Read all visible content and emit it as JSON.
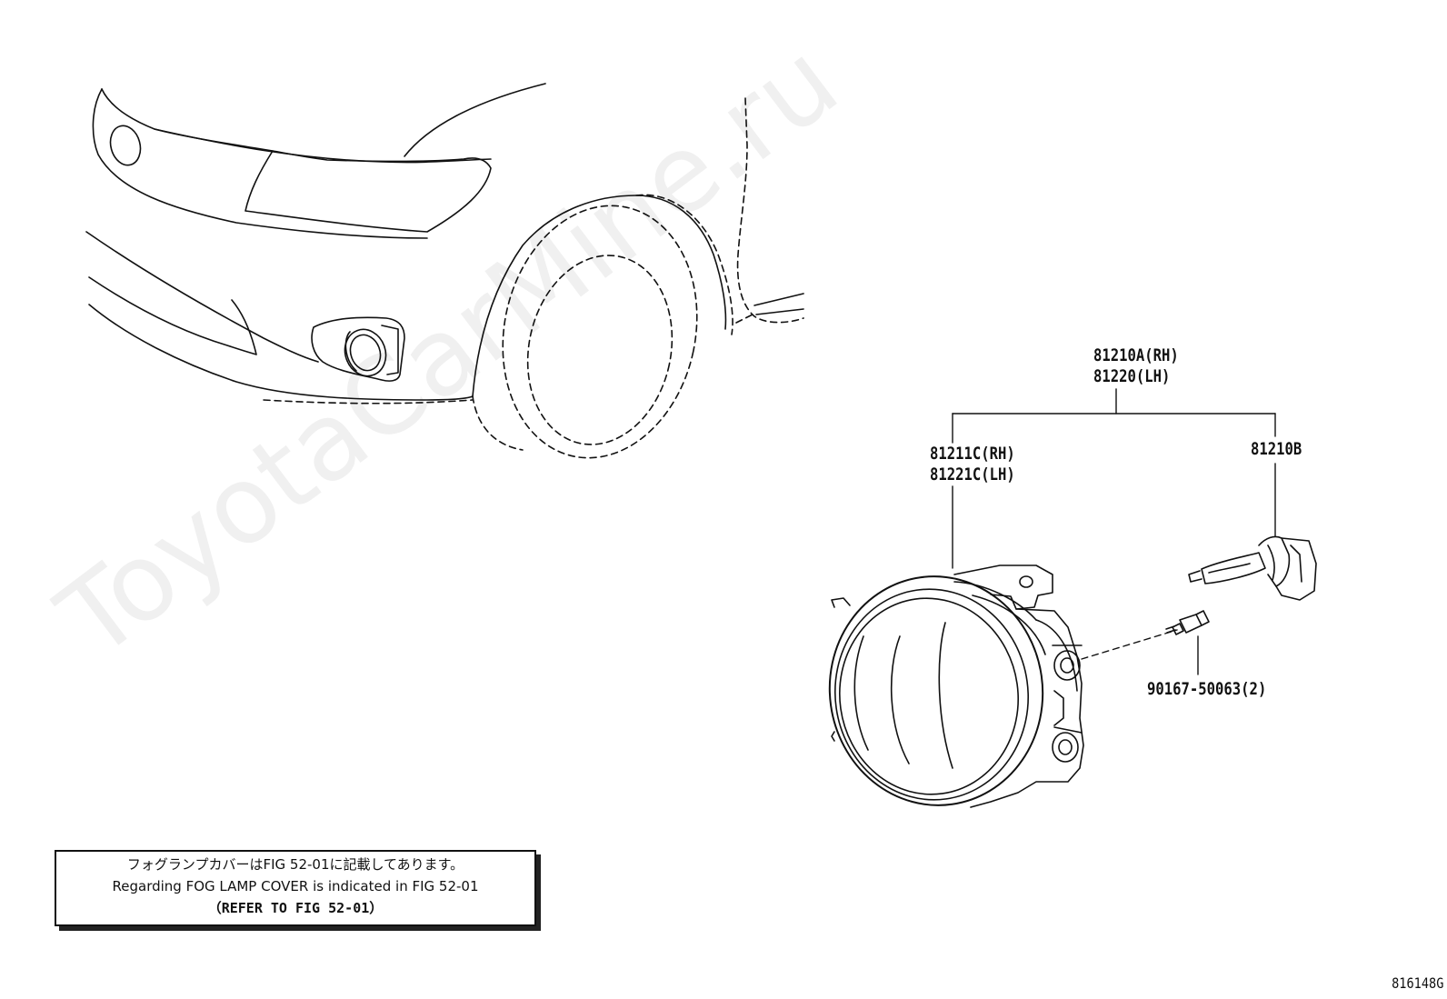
{
  "watermark": "ToyotaCarMine.ru",
  "labels": {
    "assembly_rh": "81210A(RH)",
    "assembly_lh": "81220(LH)",
    "unit_rh": "81211C(RH)",
    "unit_lh": "81221C(LH)",
    "bulb": "81210B",
    "screw": "90167-50063(2)"
  },
  "note": {
    "line_jp": "フォグランプカバーはFIG 52-01に記載してあります。",
    "line_en": "Regarding FOG LAMP COVER is indicated in FIG 52-01",
    "line_ref": "（REFER TO FIG 52-01）"
  },
  "figure_number": "816148G"
}
